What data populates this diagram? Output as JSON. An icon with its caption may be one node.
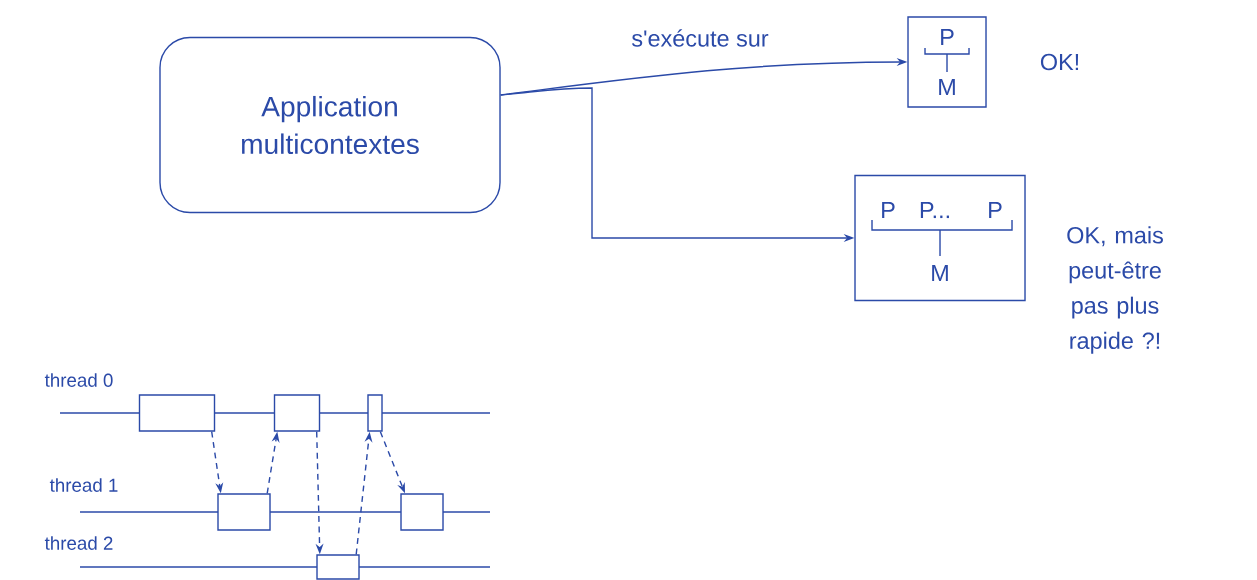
{
  "diagram": {
    "nodes": [
      {
        "text": [
          "Application multicontextes"
        ]
      },
      {
        "text": [
          "P",
          "M"
        ],
        "beside": [
          "OK!"
        ]
      },
      {
        "text": [
          "P",
          "P...",
          "P",
          "M"
        ],
        "beside": [
          "OK, mais peut-être pas plus rapide ?!"
        ]
      },
      {
        "text": [],
        "shape": "box"
      },
      {
        "text": [],
        "shape": "box"
      },
      {
        "text": [],
        "shape": "box"
      },
      {
        "text": [],
        "shape": "box"
      },
      {
        "text": [],
        "shape": "box"
      },
      {
        "text": [],
        "shape": "box"
      }
    ],
    "edges": [
      {
        "from": 0,
        "to": 1,
        "arrow": "to",
        "label": "s'exécute sur"
      },
      {
        "from": 0,
        "to": 2,
        "arrow": "to"
      },
      {
        "from": 3,
        "to": 6,
        "arrow": "to",
        "style": "dashed"
      },
      {
        "from": 6,
        "to": 4,
        "arrow": "to",
        "style": "dashed"
      },
      {
        "from": 4,
        "to": 8,
        "arrow": "to",
        "style": "dashed"
      },
      {
        "from": 8,
        "to": 5,
        "arrow": "to",
        "style": "dashed"
      },
      {
        "from": 5,
        "to": 7,
        "arrow": "to",
        "style": "dashed"
      }
    ],
    "labels": [
      "thread 0",
      "thread 1",
      "thread 2"
    ]
  }
}
